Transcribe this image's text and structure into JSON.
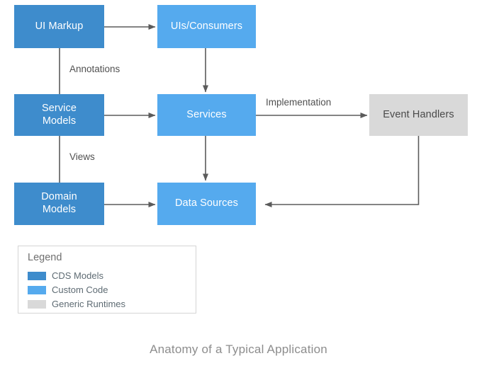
{
  "caption": "Anatomy of a Typical Application",
  "colors": {
    "cds_models": "#3e8ccc",
    "custom_code": "#55aaee",
    "generic_runtimes": "#d9d9d9",
    "connector": "#5b5b5b",
    "caption_text": "#8d8d8d",
    "legend_border": "#d5d5d5"
  },
  "nodes": [
    {
      "id": "ui-markup",
      "label": "UI Markup",
      "category": "cds"
    },
    {
      "id": "uis-consumers",
      "label": "UIs/Consumers",
      "category": "custom"
    },
    {
      "id": "service-models",
      "label": "Service\nModels",
      "label_line1": "Service",
      "label_line2": "Models",
      "category": "cds"
    },
    {
      "id": "services",
      "label": "Services",
      "category": "custom"
    },
    {
      "id": "event-handlers",
      "label": "Event Handlers",
      "category": "generic"
    },
    {
      "id": "domain-models",
      "label": "Domain\nModels",
      "label_line1": "Domain",
      "label_line2": "Models",
      "category": "cds"
    },
    {
      "id": "data-sources",
      "label": "Data Sources",
      "category": "custom"
    }
  ],
  "edge_labels": {
    "annotations": "Annotations",
    "views": "Views",
    "implementation": "Implementation"
  },
  "legend": {
    "title": "Legend",
    "items": [
      {
        "label": "CDS Models",
        "color": "#3e8ccc"
      },
      {
        "label": "Custom Code",
        "color": "#55aaee"
      },
      {
        "label": "Generic Runtimes",
        "color": "#d9d9d9"
      }
    ]
  }
}
